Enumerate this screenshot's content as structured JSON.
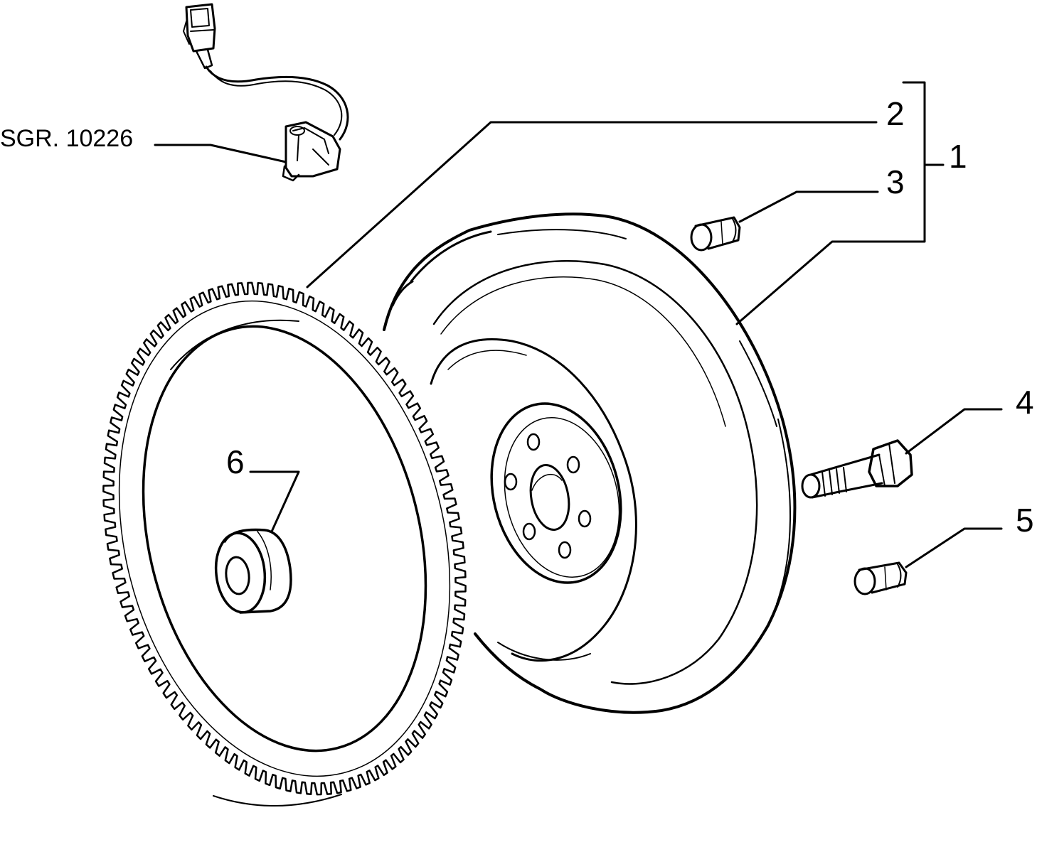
{
  "diagram": {
    "callouts": [
      {
        "id": "1",
        "label": "1"
      },
      {
        "id": "2",
        "label": "2"
      },
      {
        "id": "3",
        "label": "3"
      },
      {
        "id": "4",
        "label": "4"
      },
      {
        "id": "5",
        "label": "5"
      },
      {
        "id": "6",
        "label": "6"
      }
    ],
    "reference_label": "SGR. 10226",
    "colors": {
      "line": "#000000",
      "background": "#ffffff"
    }
  }
}
